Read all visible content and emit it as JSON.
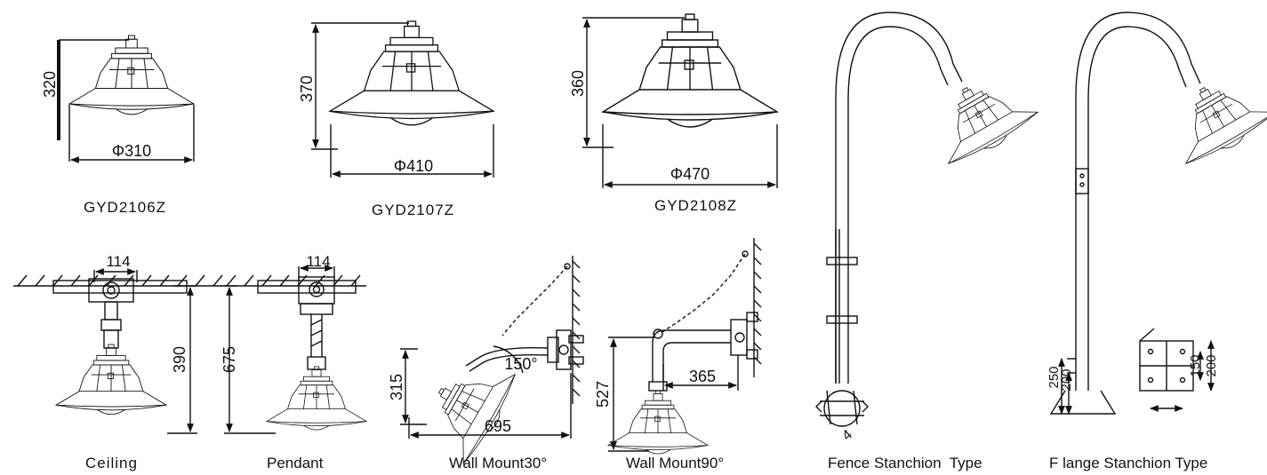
{
  "models": {
    "gyd2106z": {
      "name": "GYD2106Z",
      "height": "320",
      "diameter": "Φ310"
    },
    "gyd2107z": {
      "name": "GYD2107Z",
      "height": "370",
      "diameter": "Φ410"
    },
    "gyd2108z": {
      "name": "GYD2108Z",
      "height": "360",
      "diameter": "Φ470"
    }
  },
  "mounts": {
    "ceiling": {
      "label": "Ceiling",
      "width": "114",
      "height": "390"
    },
    "pendant": {
      "label": "Pendant",
      "width": "114",
      "height": "675"
    },
    "wall30": {
      "label": "Wall Mount30°",
      "height": "315",
      "length": "695",
      "angle": "150°"
    },
    "wall90": {
      "label": "Wall Mount90°",
      "height": "527",
      "length": "365"
    },
    "fence": {
      "label": "Fence Stanchion  Type",
      "dim": "4"
    },
    "flange": {
      "label": "F lange Stanchion Type",
      "dim_a": "250",
      "dim_b": "200",
      "dim_c": "150",
      "dim_d": "200"
    }
  }
}
